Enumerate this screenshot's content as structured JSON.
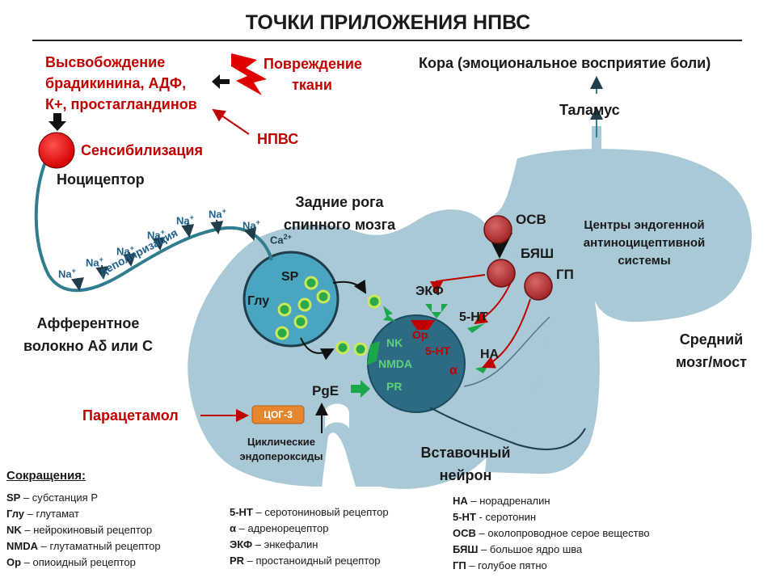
{
  "title": "ТОЧКИ ПРИЛОЖЕНИЯ НПВС",
  "labels": {
    "release_line1": "Высвобождение",
    "release_line2": "брадикинина, АДФ,",
    "release_line3": "К+, простагландинов",
    "damage_line1": "Повреждение",
    "damage_line2": "ткани",
    "nsaid": "НПВС",
    "sensitization": "Сенсибилизация",
    "nociceptor": "Ноцицептор",
    "dorsal_horn_line1": "Задние рога",
    "dorsal_horn_line2": "спинного мозга",
    "cortex": "Кора (эмоциональное восприятие боли)",
    "thalamus": "Таламус",
    "osv": "ОСВ",
    "byash": "БЯШ",
    "gp": "ГП",
    "centers_line1": "Центры эндогенной",
    "centers_line2": "антиноцицептивной",
    "centers_line3": "системы",
    "midbrain_line1": "Средний",
    "midbrain_line2": "мозг/мост",
    "afferent_line1": "Афферентное",
    "afferent_line2": "волокно Aδ или С",
    "depolarization": "деполяризация",
    "na": "Na",
    "plus": "+",
    "ca": "Ca",
    "ca_charge": "2+",
    "sp": "SP",
    "glu": "Глу",
    "ekf": "ЭКФ",
    "op": "Op",
    "ht": "5-НТ",
    "ha": "НА",
    "nk": "NK",
    "nmda": "NMDA",
    "pr": "PR",
    "alpha": "α",
    "pge": "PgE",
    "paracetamol": "Парацетамол",
    "cox3": "ЦОГ-3",
    "cyclic_line1": "Циклические",
    "cyclic_line2": "эндопероксиды",
    "interneuron_line1": "Вставочный",
    "interneuron_line2": "нейрон"
  },
  "legend": {
    "heading": "Сокращения:",
    "col1": [
      {
        "abbr": "SP",
        "desc": " – субстанция Р"
      },
      {
        "abbr": "Глу",
        "desc": " – глутамат"
      },
      {
        "abbr": "NK",
        "desc": " – нейрокиновый рецептор"
      },
      {
        "abbr": "NMDA",
        "desc": " – глутаматный рецептор"
      },
      {
        "abbr": "Op",
        "desc": " – опиоидный рецептор"
      }
    ],
    "col2": [
      {
        "abbr": "5-НТ",
        "desc": " – серотониновый рецептор"
      },
      {
        "abbr": "α",
        "desc": " – адренорецептор"
      },
      {
        "abbr": "ЭКФ",
        "desc": " – энкефалин"
      },
      {
        "abbr": "PR",
        "desc": " – простаноидный рецептор"
      }
    ],
    "col3": [
      {
        "abbr": "НА",
        "desc": " – норадреналин"
      },
      {
        "abbr": "5-НТ",
        "desc": " - серотонин"
      },
      {
        "abbr": "ОСВ",
        "desc": " – околопроводное серое вещество"
      },
      {
        "abbr": "БЯШ",
        "desc": " – большое ядро шва"
      },
      {
        "abbr": "ГП",
        "desc": " – голубое пятно"
      }
    ]
  },
  "colors": {
    "tissue": "#a9c9d6",
    "nucleus": "#2d6b84",
    "neuron_red": "#e0000a",
    "center_red": "#b43434",
    "green": "#1aa84a",
    "label_red": "#c00000",
    "fiber": "#2f7d8f",
    "cox_box": "#e6872d"
  },
  "icons": [
    "lightning-icon",
    "arrow-left-icon",
    "arrow-down-icon"
  ]
}
